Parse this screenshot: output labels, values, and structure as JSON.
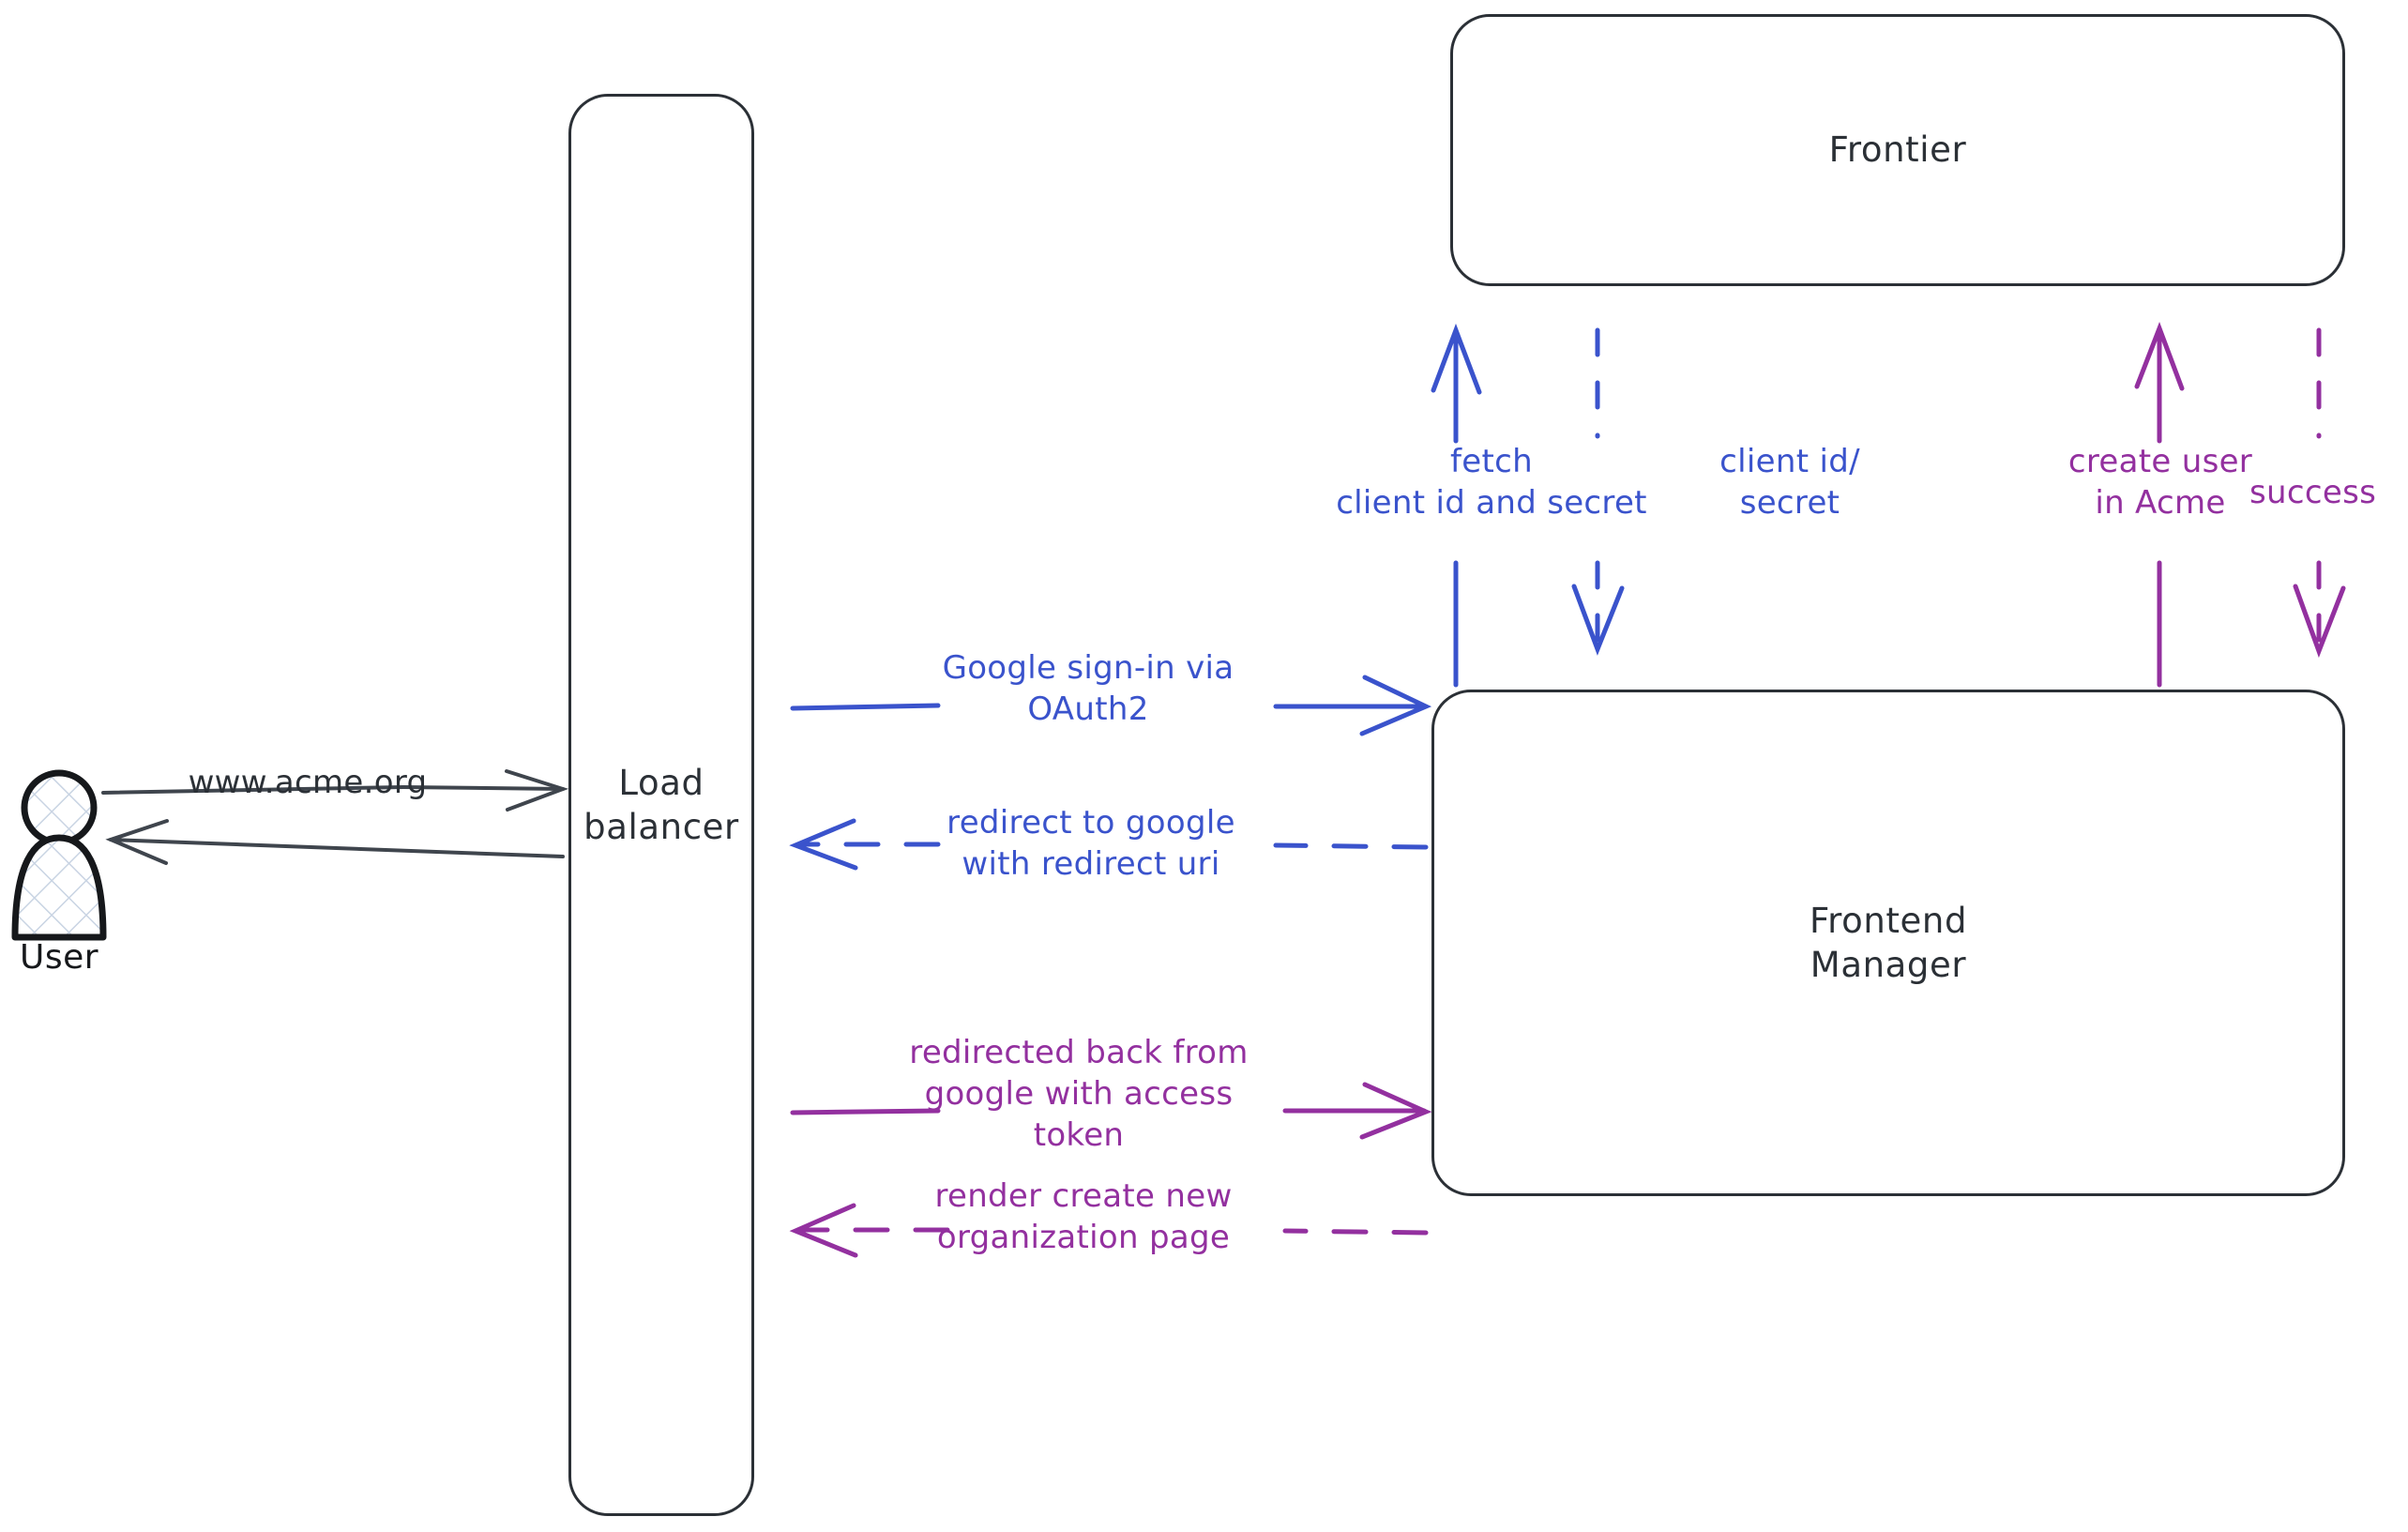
{
  "diagram": {
    "title": "Google OAuth2 sign-in sequence",
    "background": "#ffffff",
    "colors": {
      "stroke_dark": "#2b3036",
      "blue": "#3a53cc",
      "purple": "#93309f",
      "actor_hatch": "#c9d4e3"
    }
  },
  "nodes": [
    {
      "id": "user",
      "label": "User",
      "type": "actor"
    },
    {
      "id": "loadbalancer",
      "label": "Load\nbalancer",
      "type": "box"
    },
    {
      "id": "frontier",
      "label": "Frontier",
      "type": "box"
    },
    {
      "id": "frontend",
      "label": "Frontend\nManager",
      "type": "box"
    }
  ],
  "edges": [
    {
      "id": "user-to-lb",
      "label": "www.acme.org",
      "color": "#2b3036",
      "style": "solid",
      "direction": "right",
      "from": "user",
      "to": "loadbalancer"
    },
    {
      "id": "lb-to-user",
      "label": "",
      "color": "#2b3036",
      "style": "solid",
      "direction": "left",
      "from": "loadbalancer",
      "to": "user"
    },
    {
      "id": "lb-to-frontend-signin",
      "label": "Google sign-in via\nOAuth2",
      "color": "#3a53cc",
      "style": "solid",
      "direction": "right",
      "from": "loadbalancer",
      "to": "frontend"
    },
    {
      "id": "frontend-to-lb-redirect",
      "label": "redirect to google\nwith redirect uri",
      "color": "#3a53cc",
      "style": "dashed",
      "direction": "left",
      "from": "frontend",
      "to": "loadbalancer"
    },
    {
      "id": "lb-to-frontend-token",
      "label": "redirected back from\ngoogle with access\ntoken",
      "color": "#93309f",
      "style": "solid",
      "direction": "right",
      "from": "loadbalancer",
      "to": "frontend"
    },
    {
      "id": "frontend-to-lb-render",
      "label": "render create new\norganization page",
      "color": "#93309f",
      "style": "dashed",
      "direction": "left",
      "from": "frontend",
      "to": "loadbalancer"
    },
    {
      "id": "frontend-to-frontier-fetch",
      "label": "fetch\nclient id and secret",
      "color": "#3a53cc",
      "style": "solid",
      "direction": "up",
      "from": "frontend",
      "to": "frontier"
    },
    {
      "id": "frontier-to-frontend-creds",
      "label": "client id/\nsecret",
      "color": "#3a53cc",
      "style": "dashed",
      "direction": "down",
      "from": "frontier",
      "to": "frontend"
    },
    {
      "id": "frontend-to-frontier-createuser",
      "label": "create user\nin Acme",
      "color": "#93309f",
      "style": "solid",
      "direction": "up",
      "from": "frontend",
      "to": "frontier"
    },
    {
      "id": "frontier-to-frontend-success",
      "label": "success",
      "color": "#93309f",
      "style": "dashed",
      "direction": "down",
      "from": "frontier",
      "to": "frontend"
    }
  ]
}
